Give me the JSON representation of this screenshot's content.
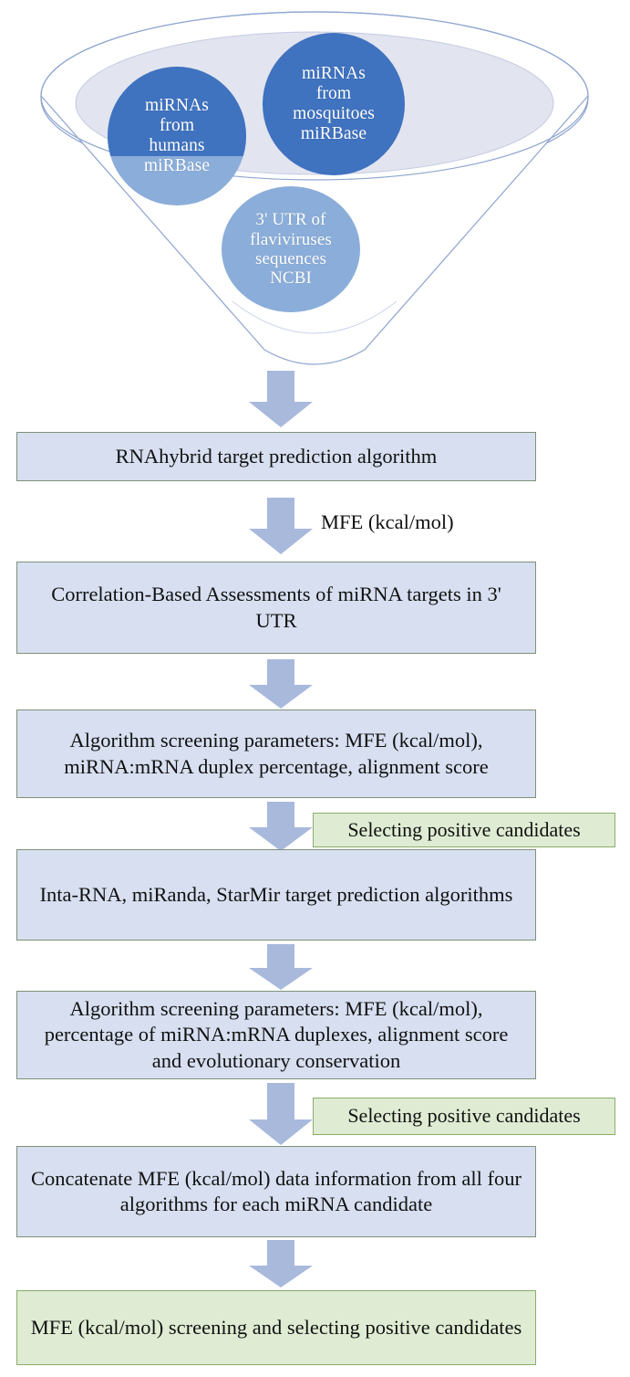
{
  "diagram": {
    "title": "miRNA target prediction workflow",
    "colors": {
      "bubble_dark_blue": "#3f72bf",
      "bubble_light_blue": "#8badd9",
      "funnel_inner": "#e2e4ef",
      "funnel_outline": "#8ea5cf",
      "node_blue_fill": "#d7dff0",
      "node_blue_border": "#7e9179",
      "node_green_fill": "#dfecd3",
      "node_green_border": "#8aad6a",
      "arrow_fill": "#a9b9dc"
    }
  },
  "funnel": {
    "bubbles": [
      {
        "id": "humans",
        "lines": [
          "miRNAs",
          "from",
          "humans",
          "miRBase"
        ],
        "fill_top": "#3f72bf",
        "fill_bottom": "#8badd9"
      },
      {
        "id": "mosquitoes",
        "lines": [
          "miRNAs",
          "from",
          "mosquitoes",
          "miRBase"
        ],
        "fill": "#3f72bf"
      },
      {
        "id": "utr",
        "lines": [
          "3' UTR of",
          "flaviviruses",
          "sequences",
          "NCBI"
        ],
        "fill": "#8badd9"
      }
    ]
  },
  "flow": {
    "nodes": [
      {
        "id": "rnahybrid",
        "style": "blue",
        "text": "RNAhybrid target prediction algorithm"
      },
      {
        "id": "correlation",
        "style": "blue",
        "text": "Correlation-Based Assessments of miRNA targets in 3' UTR"
      },
      {
        "id": "screening-1",
        "style": "blue",
        "text": "Algorithm screening parameters: MFE (kcal/mol), miRNA:mRNA duplex percentage, alignment score"
      },
      {
        "id": "algorithms",
        "style": "blue",
        "text": "Inta-RNA, miRanda, StarMir  target prediction algorithms"
      },
      {
        "id": "screening-2",
        "style": "blue",
        "text": "Algorithm screening parameters: MFE (kcal/mol), percentage of miRNA:mRNA duplexes, alignment score and evolutionary conservation"
      },
      {
        "id": "concatenate",
        "style": "blue",
        "text": "Concatenate MFE (kcal/mol) data information from all four algorithms for each miRNA candidate"
      },
      {
        "id": "final",
        "style": "green",
        "text": "MFE (kcal/mol) screening and selecting positive candidates"
      }
    ],
    "edge_labels": {
      "mfe": "MFE (kcal/mol)",
      "selecting_1": "Selecting positive candidates",
      "selecting_2": "Selecting positive candidates"
    }
  }
}
